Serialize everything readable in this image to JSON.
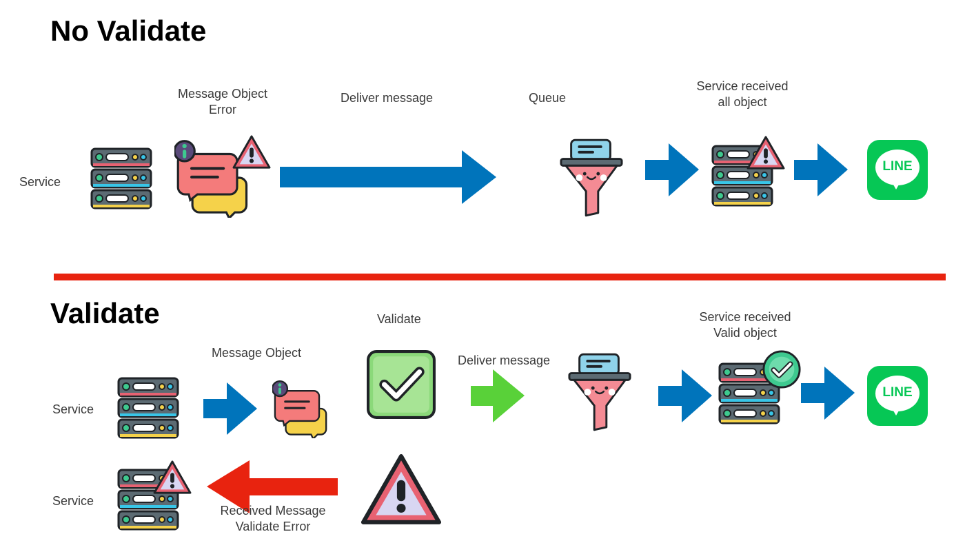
{
  "colors": {
    "blue_arrow": "#0074bb",
    "green_arrow": "#59d139",
    "red_arrow": "#e8230f",
    "divider": "#e8230f",
    "line_green": "#06c755",
    "server_body": "#5c6b73",
    "warning_red": "#e86272",
    "valid_green": "#8bd97a"
  },
  "section_no_validate": {
    "heading": "No Validate",
    "service_label": "Service",
    "message_label_line1": "Message Object",
    "message_label_line2": "Error",
    "deliver_label": "Deliver message",
    "queue_label": "Queue",
    "received_label_line1": "Service received",
    "received_label_line2": "all object",
    "line_logo_text": "LINE"
  },
  "section_validate": {
    "heading": "Validate",
    "service_label": "Service",
    "message_label": "Message Object",
    "validate_label": "Validate",
    "deliver_label": "Deliver message",
    "received_label_line1": "Service received",
    "received_label_line2": "Valid object",
    "line_logo_text": "LINE",
    "error_service_label": "Service",
    "error_label_line1": "Received Message",
    "error_label_line2": "Validate Error"
  }
}
